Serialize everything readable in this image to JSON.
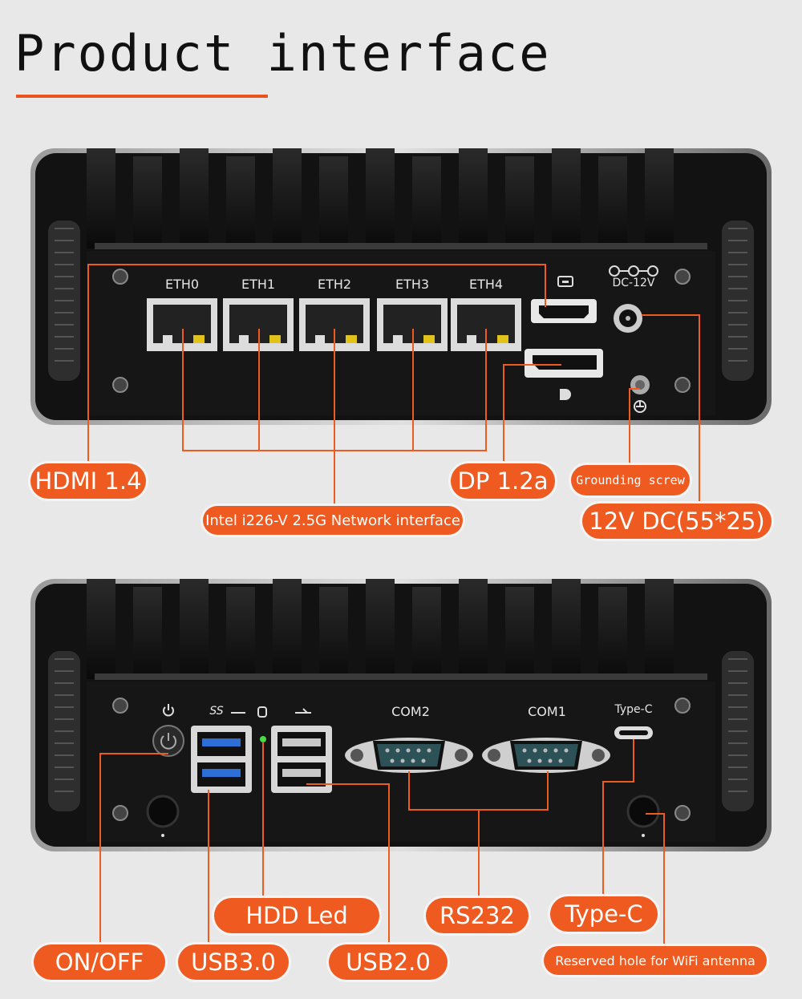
{
  "title": "Product interface",
  "top_panel": {
    "eth_ports": [
      "ETH0",
      "ETH1",
      "ETH2",
      "ETH3",
      "ETH4"
    ],
    "dc_label": "DC-12V",
    "icons": [
      "hdmi-icon",
      "displayport-icon",
      "dc-polarity-icon",
      "ground-icon"
    ]
  },
  "bottom_panel": {
    "com_ports": [
      "COM2",
      "COM1"
    ],
    "typec_label": "Type-C",
    "usb3_mark": "SS",
    "icons": [
      "power-icon",
      "usb3-icon",
      "hdd-icon",
      "usb-icon",
      "wifi-icon"
    ]
  },
  "callouts": {
    "hdmi": "HDMI 1.4",
    "dp": "DP 1.2a",
    "ground": "Grounding screw",
    "network": "Intel i226-V 2.5G Network interface",
    "dc": "12V DC(55*25)",
    "hdd": "HDD Led",
    "rs232": "RS232",
    "typec": "Type-C",
    "onoff": "ON/OFF",
    "usb3": "USB3.0",
    "usb2": "USB2.0",
    "wifi": "Reserved hole for WiFi antenna"
  },
  "colors": {
    "accent": "#ee5a1f",
    "chassis": "#141414",
    "background": "#e8e8e8"
  }
}
